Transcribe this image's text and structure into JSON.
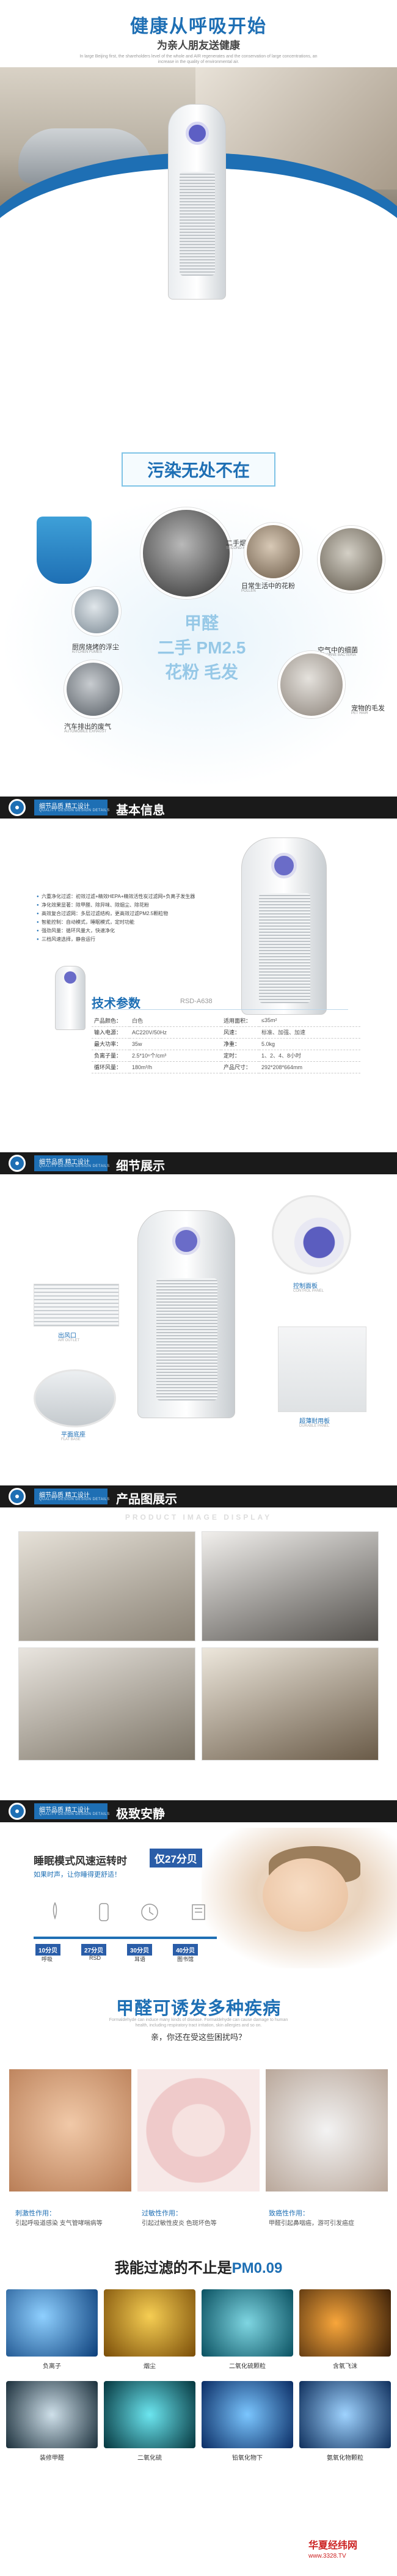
{
  "hero": {
    "title": "健康从呼吸开始",
    "subtitle": "为亲人朋友送健康",
    "english": "In large Beijing first, the shareholders level of the whole and AIR regenerates and the conservation of large concentrations, an increase in the quality of environmental air."
  },
  "pollution": {
    "title": "污染无处不在",
    "items": [
      {
        "label": "厨房烧烤的浮尘",
        "en": "KITCHEN FUMES"
      },
      {
        "label": "二手烟",
        "en": "SECOND-HAND SMOKE"
      },
      {
        "label": "日常生活中的花粉",
        "en": "POLLEN"
      },
      {
        "label": "空气中的细菌",
        "en": "AIRBORNE BACTERIA"
      },
      {
        "label": "宠物的毛发",
        "en": "PET HAIR"
      },
      {
        "label": "汽车排出的废气",
        "en": "AUTOMOBILE EXHAUST"
      }
    ],
    "cloud_words": [
      "甲醛",
      "二手",
      "PM2.5",
      "花粉",
      "毛发"
    ]
  },
  "sections": {
    "tag_cn": "细节品质  精工设计",
    "tag_en": "QUALITY DESIGN DESIGN DETAILS",
    "basic_info": "基本信息",
    "detail": "细节展示",
    "product_display": "产品图展示",
    "quiet": "极致安静"
  },
  "basic_info": {
    "bullets": [
      "六重净化过滤：初效过滤+精效HEPA+精效活性炭过滤网+负离子发生器",
      "净化效果显著：除甲醛、除异味、除烟尘、除花粉",
      "高效复合过滤网：多层过滤结构，更高效过滤PM2.5颗粒物",
      "智能控制：自动模式，睡眠模式，定时功能",
      "强劲风量：循环风量大，快速净化",
      "三档风速选择，静音运行"
    ],
    "spec_title": "技术参数",
    "spec_model": "RSD-A638",
    "specs": [
      {
        "k1": "产品颜色：",
        "v1": "白色",
        "k2": "适用面积：",
        "v2": "≤35m²"
      },
      {
        "k1": "输入电源：",
        "v1": "AC220V/50Hz",
        "k2": "风速：",
        "v2": "标准、加强、加速"
      },
      {
        "k1": "最大功率：",
        "v1": "35w",
        "k2": "净重：",
        "v2": "5.0kg"
      },
      {
        "k1": "负离子量：",
        "v1": "2.5*10⁶个/cm³",
        "k2": "定时：",
        "v2": "1、2、4、8小时"
      },
      {
        "k1": "循环风量：",
        "v1": "180m³/h",
        "k2": "产品尺寸：",
        "v2": "292*208*664mm"
      }
    ]
  },
  "detail": {
    "labels": [
      {
        "cn": "控制面板",
        "en": "CONTROL PANEL"
      },
      {
        "cn": "出风口",
        "en": "AIR OUTLET"
      },
      {
        "cn": "超薄耐用板",
        "en": "DURABLE PANEL"
      },
      {
        "cn": "平面底座",
        "en": "FLAT BASE"
      }
    ]
  },
  "product_display": {
    "english": "PRODUCT IMAGE DISPLAY"
  },
  "quiet": {
    "title": "睡眠模式风速运转时",
    "badge": "仅27分贝",
    "sub1": "如果时声，让你睡得更舒适！",
    "sub2": "",
    "levels": [
      {
        "tag": "10分贝",
        "desc": "呼吸"
      },
      {
        "tag": "27分贝",
        "desc": "RSD"
      },
      {
        "tag": "30分贝",
        "desc": "耳语"
      },
      {
        "tag": "40分贝",
        "desc": "图书馆"
      }
    ]
  },
  "formaldehyde": {
    "title": "甲醛可诱发多种疾病",
    "english": "Formaldehyde can induce many kinds of disease. Formaldehyde can cause damage to human health, including respiratory tract irritation, skin allergies and so on.",
    "subtitle": "亲，你还在受这些困扰吗？",
    "diseases": [
      {
        "title": "刺激性作用：",
        "text": "引起呼吸道感染 支气管哮喘病等"
      },
      {
        "title": "过敏性作用：",
        "text": "引起过敏性皮炎 色斑坏色等"
      },
      {
        "title": "致癌性作用：",
        "text": "甲醛引起鼻咽癌，游可引发癌症"
      }
    ]
  },
  "filters": {
    "heading_prefix": "我能过滤的不止是",
    "heading_highlight": "PM0.09",
    "items": [
      "负离子",
      "烟尘",
      "二氧化硫颗粒",
      "含氧飞沫",
      "装修甲醛",
      "二氧化硫",
      "铅氧化物下",
      "氨氧化物颗粒"
    ]
  },
  "footer": {
    "logo": "华夏经纬网",
    "url": "www.3328.TV"
  }
}
